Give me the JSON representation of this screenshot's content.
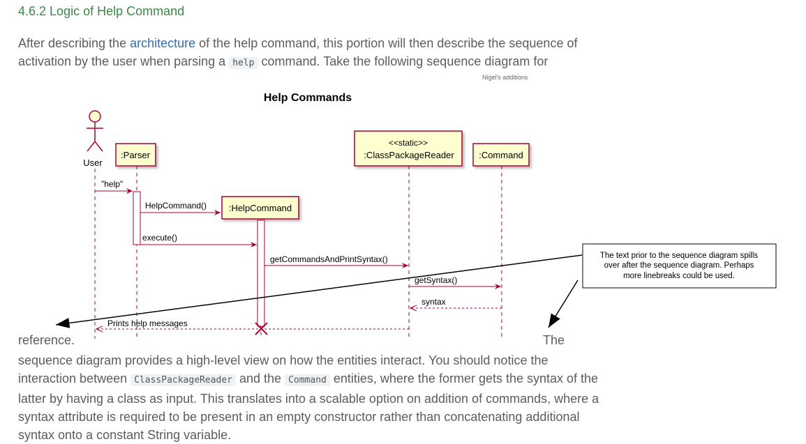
{
  "heading": "4.6.2 Logic of Help Command",
  "intro": {
    "before": "After describing the ",
    "link": "architecture",
    "middle": " of the help command, this portion will then describe the sequence of activation by the user when parsing a ",
    "code": "help",
    "after": " command. Take the following sequence diagram for"
  },
  "annotation_author": "Nigel's additions",
  "diagram": {
    "title": "Help Commands",
    "actor": "User",
    "participants": {
      "parser": ":Parser",
      "helpcommand": ":HelpCommand",
      "cpr_stereotype": "<<static>>",
      "cpr": ":ClassPackageReader",
      "command": ":Command"
    },
    "messages": {
      "m1": "\"help\"",
      "m2": "HelpCommand()",
      "m3": "execute()",
      "m4": "getCommandsAndPrintSyntax()",
      "m5": "getSyntax()",
      "m6": "syntax",
      "m7": "Prints help messages"
    },
    "note": {
      "line1": "The text prior to the sequence diagram spills",
      "line2": "over after the sequence diagram. Perhaps",
      "line3": "more linebreaks could be used."
    },
    "colors": {
      "box_fill": "#fefece",
      "box_stroke": "#a80036",
      "line": "#a80036"
    }
  },
  "ref_left": "reference.",
  "ref_right": "The",
  "body": {
    "t1": "sequence diagram provides a high-level view on how the entities interact. You should notice the interaction between ",
    "code1": "ClassPackageReader",
    "t2": " and the ",
    "code2": "Command",
    "t3": " entities, where the former gets the syntax of the latter by having a class as input. This translates into a scalable option on addition of commands, where a syntax attribute is required to be present in an empty constructor rather than concatenating additional syntax onto a constant String variable."
  }
}
